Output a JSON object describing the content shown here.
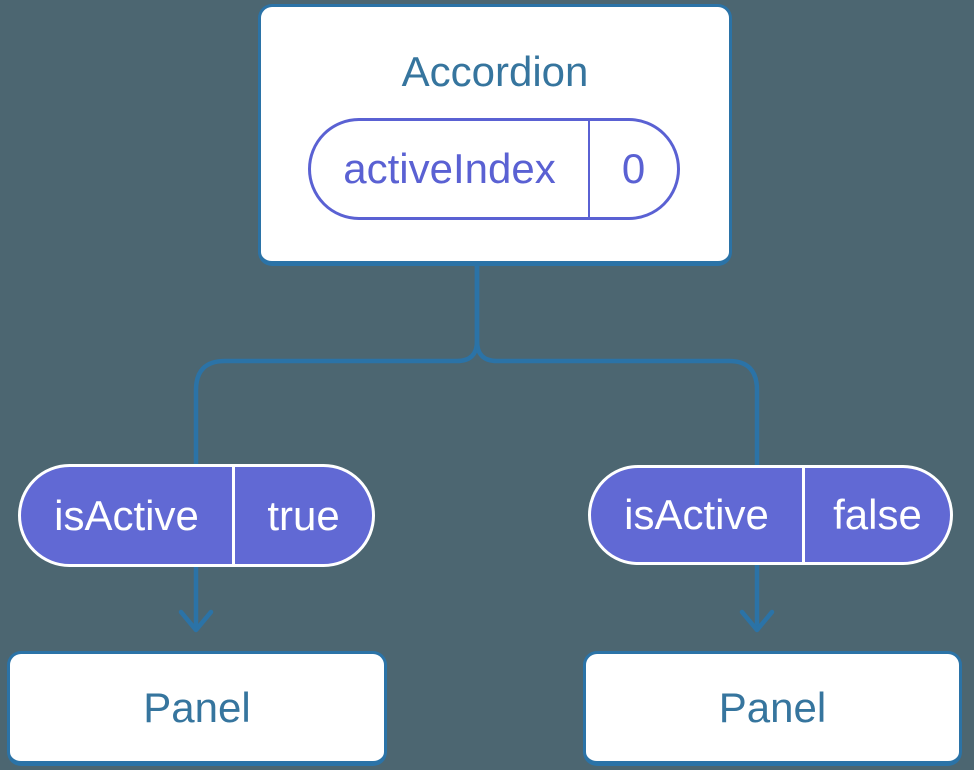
{
  "canvas": {
    "background": "#4C6671"
  },
  "colors": {
    "line_blue": "#2B73A7",
    "heading_blue": "#36759E",
    "purple_fill": "#6169D4",
    "purple_outline": "#5A61D3",
    "text_on_purple": "#FFFFFF",
    "card_background": "#FFFFFF"
  },
  "diagram": {
    "root": {
      "title": "Accordion",
      "state": {
        "name": "activeIndex",
        "value": "0"
      }
    },
    "children": [
      {
        "prop": {
          "name": "isActive",
          "value": "true"
        },
        "node": {
          "label": "Panel"
        }
      },
      {
        "prop": {
          "name": "isActive",
          "value": "false"
        },
        "node": {
          "label": "Panel"
        }
      }
    ]
  }
}
